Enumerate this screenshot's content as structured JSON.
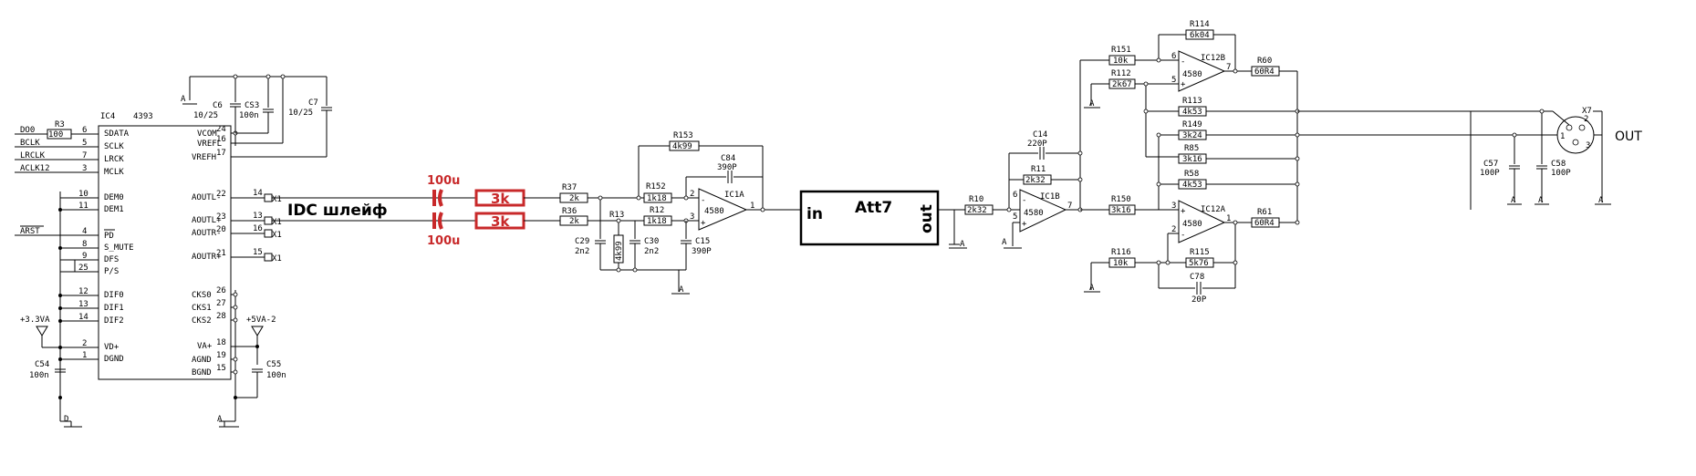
{
  "chip": {
    "ref": "IC4",
    "part": "4393"
  },
  "left_nets": [
    {
      "net": "DO0",
      "pin": "6",
      "name": "SDATA",
      "res_ref": "R3",
      "res_val": "100"
    },
    {
      "net": "BCLK",
      "pin": "5",
      "name": "SCLK"
    },
    {
      "net": "LRCLK",
      "pin": "7",
      "name": "LRCK"
    },
    {
      "net": "ACLK12",
      "pin": "3",
      "name": "MCLK"
    },
    {
      "net": "ARST",
      "pin": "4",
      "name": "PD"
    }
  ],
  "left_pins": [
    {
      "pin": "10",
      "name": "DEM0"
    },
    {
      "pin": "11",
      "name": "DEM1"
    },
    {
      "pin": "8",
      "name": "S_MUTE"
    },
    {
      "pin": "9",
      "name": "DFS"
    },
    {
      "pin": "25",
      "name": "P/S"
    },
    {
      "pin": "12",
      "name": "DIF0"
    },
    {
      "pin": "13",
      "name": "DIF1"
    },
    {
      "pin": "14",
      "name": "DIF2"
    },
    {
      "pin": "2",
      "name": "VD+"
    },
    {
      "pin": "1",
      "name": "DGND"
    }
  ],
  "right_pins": [
    {
      "pin": "24",
      "name": "VCOM"
    },
    {
      "pin": "16",
      "name": "VREFL"
    },
    {
      "pin": "17",
      "name": "VREFH"
    },
    {
      "pin": "22",
      "name": "AOUTL-",
      "conn": "14",
      "x": "X1"
    },
    {
      "pin": "23",
      "name": "AOUTL+",
      "conn": "13",
      "x": "X1"
    },
    {
      "pin": "20",
      "name": "AOUTR-",
      "conn": "16",
      "x": "X1"
    },
    {
      "pin": "21",
      "name": "AOUTR+",
      "conn": "15",
      "x": "X1"
    },
    {
      "pin": "26",
      "name": "CKS0"
    },
    {
      "pin": "27",
      "name": "CKS1"
    },
    {
      "pin": "28",
      "name": "CKS2"
    },
    {
      "pin": "18",
      "name": "VA+"
    },
    {
      "pin": "19",
      "name": "AGND"
    },
    {
      "pin": "15",
      "name": "BGND"
    }
  ],
  "caps": {
    "C6": {
      "ref": "C6",
      "val": "10/25"
    },
    "CS3": {
      "ref": "CS3",
      "val": "100n"
    },
    "C7": {
      "ref": "C7",
      "val": "10/25"
    },
    "C54": {
      "ref": "C54",
      "val": "100n"
    },
    "C55": {
      "ref": "C55",
      "val": "100n"
    },
    "C84": {
      "ref": "C84",
      "val": "390P"
    },
    "C29": {
      "ref": "C29",
      "val": "2n2"
    },
    "C30": {
      "ref": "C30",
      "val": "2n2"
    },
    "C15": {
      "ref": "C15",
      "val": "390P"
    },
    "C14": {
      "ref": "C14",
      "val": "220P"
    },
    "C57": {
      "ref": "C57",
      "val": "100P"
    },
    "C58": {
      "ref": "C58",
      "val": "100P"
    },
    "C78": {
      "ref": "C78",
      "val": "20P"
    }
  },
  "rails": {
    "v33": "+3.3VA",
    "v5": "+5VA-2",
    "gnd_d": "D",
    "gnd_a": "A"
  },
  "cable": {
    "label": "IDC шлейф",
    "cap_val": "100u",
    "res_val": "3k"
  },
  "res": {
    "R37": {
      "ref": "R37",
      "val": "2k"
    },
    "R36": {
      "ref": "R36",
      "val": "2k"
    },
    "R152": {
      "ref": "R152",
      "val": "1k18"
    },
    "R12": {
      "ref": "R12",
      "val": "1k18"
    },
    "R13": {
      "ref": "R13",
      "val": "4k99"
    },
    "R153": {
      "ref": "R153",
      "val": "4k99"
    },
    "R10": {
      "ref": "R10",
      "val": "2k32"
    },
    "R11": {
      "ref": "R11",
      "val": "2k32"
    },
    "R150": {
      "ref": "R150",
      "val": "3k16"
    },
    "R151": {
      "ref": "R151",
      "val": "10k"
    },
    "R112": {
      "ref": "R112",
      "val": "2k67"
    },
    "R114": {
      "ref": "R114",
      "val": "6k04"
    },
    "R60": {
      "ref": "R60",
      "val": "60R4"
    },
    "R113": {
      "ref": "R113",
      "val": "4k53"
    },
    "R149": {
      "ref": "R149",
      "val": "3k24"
    },
    "R85": {
      "ref": "R85",
      "val": "3k16"
    },
    "R58": {
      "ref": "R58",
      "val": "4k53"
    },
    "R61": {
      "ref": "R61",
      "val": "60R4"
    },
    "R116": {
      "ref": "R116",
      "val": "10k"
    },
    "R115": {
      "ref": "R115",
      "val": "5k76"
    }
  },
  "opamps": {
    "IC1A": {
      "ref": "IC1A",
      "part": "4580"
    },
    "IC1B": {
      "ref": "IC1B",
      "part": "4580"
    },
    "IC12B": {
      "ref": "IC12B",
      "part": "4580"
    },
    "IC12A": {
      "ref": "IC12A",
      "part": "4580"
    }
  },
  "att": {
    "name": "Att7",
    "in": "in",
    "out": "out"
  },
  "conn_out": {
    "ref": "X7",
    "label": "OUT"
  },
  "pin_nums": {
    "ic1a_m": "2",
    "ic1a_p": "3",
    "ic1a_o": "1",
    "ic1b_m": "6",
    "ic1b_p": "5",
    "ic1b_o": "7",
    "ic12b_m": "6",
    "ic12b_p": "5",
    "ic12b_o": "7",
    "ic12a_p": "3",
    "ic12a_m": "2",
    "ic12a_o": "1",
    "x7_1": "1",
    "x7_2": "2",
    "x7_3": "3"
  }
}
